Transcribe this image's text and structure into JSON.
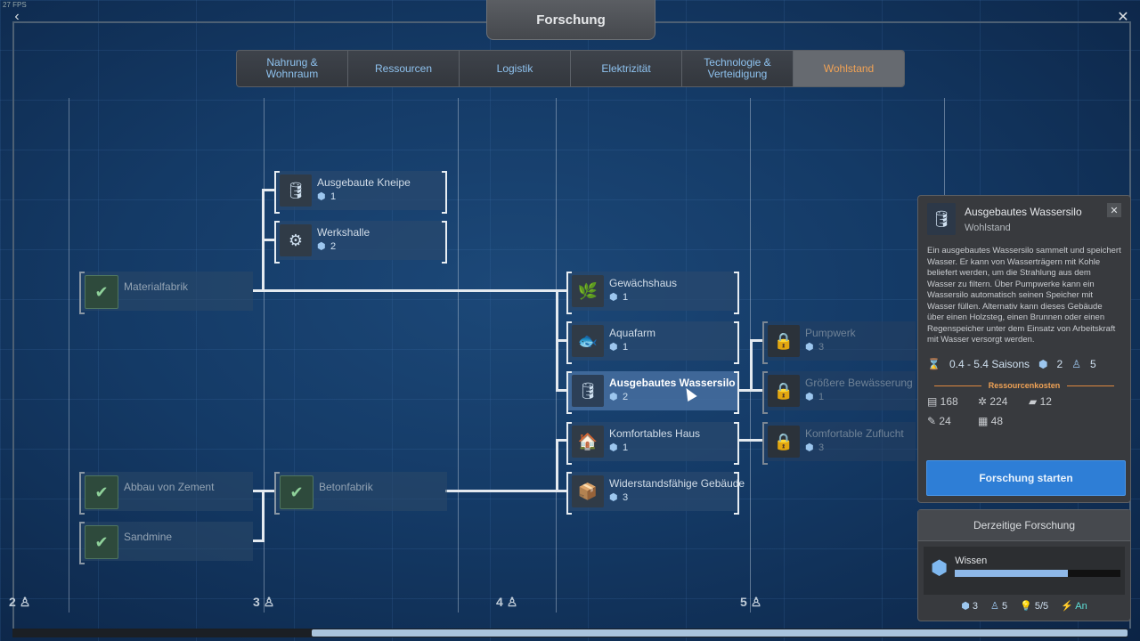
{
  "hud": {
    "fps": "27 FPS"
  },
  "window": {
    "title": "Forschung",
    "back_icon": "chevron-left-icon",
    "close_icon": "close-icon"
  },
  "tabs": [
    {
      "label": "Nahrung & Wohnraum"
    },
    {
      "label": "Ressourcen"
    },
    {
      "label": "Logistik"
    },
    {
      "label": "Elektrizität"
    },
    {
      "label": "Technologie & Verteidigung"
    },
    {
      "label": "Wohlstand",
      "active": true
    }
  ],
  "nodes": {
    "ausgebaute_kneipe": {
      "name": "Ausgebaute Kneipe",
      "cost": "1"
    },
    "werkshalle": {
      "name": "Werkshalle",
      "cost": "2"
    },
    "materialfabrik": {
      "name": "Materialfabrik"
    },
    "gewaechshaus": {
      "name": "Gewächshaus",
      "cost": "1"
    },
    "aquafarm": {
      "name": "Aquafarm",
      "cost": "1"
    },
    "wassersilo": {
      "name": "Ausgebautes Wassersilo",
      "cost": "2"
    },
    "pumpwerk": {
      "name": "Pumpwerk",
      "cost": "3"
    },
    "bewaesserung": {
      "name": "Größere Bewässerung",
      "cost": "1"
    },
    "komfort_haus": {
      "name": "Komfortables Haus",
      "cost": "1"
    },
    "komfort_zuflucht": {
      "name": "Komfortable Zuflucht",
      "cost": "3"
    },
    "gebaeude": {
      "name": "Widerstandsfähige Gebäude",
      "cost": "3"
    },
    "zement": {
      "name": "Abbau von Zement"
    },
    "betonfabrik": {
      "name": "Betonfabrik"
    },
    "sandmine": {
      "name": "Sandmine"
    }
  },
  "tiers": [
    "2",
    "3",
    "4",
    "5"
  ],
  "details": {
    "title": "Ausgebautes Wassersilo",
    "category": "Wohlstand",
    "description": "Ein ausgebautes Wassersilo sammelt und speichert Wasser. Er kann von Wasserträgern mit Kohle beliefert werden, um die Strahlung aus dem Wasser zu filtern. Über Pumpwerke kann ein Wassersilo automatisch seinen Speicher mit Wasser füllen. Alternativ kann dieses Gebäude über einen Holzsteg, einen Brunnen oder einen Regenspeicher unter dem Einsatz von Arbeitskraft mit Wasser versorgt werden.",
    "duration": "0.4 - 5.4 Saisons",
    "science": "2",
    "workers": "5",
    "resources_label": "Ressourcenkosten",
    "resources": [
      "168",
      "224",
      "12",
      "24",
      "48"
    ],
    "start_label": "Forschung starten"
  },
  "current": {
    "header": "Derzeitige Forschung",
    "name": "Wissen",
    "progress": 0.68,
    "science": "3",
    "workers": "5",
    "bulbs": "5/5",
    "power": "An"
  },
  "colors": {
    "accent": "#f0a255",
    "button": "#2e7ed6",
    "progress": "#8eb8e8"
  }
}
